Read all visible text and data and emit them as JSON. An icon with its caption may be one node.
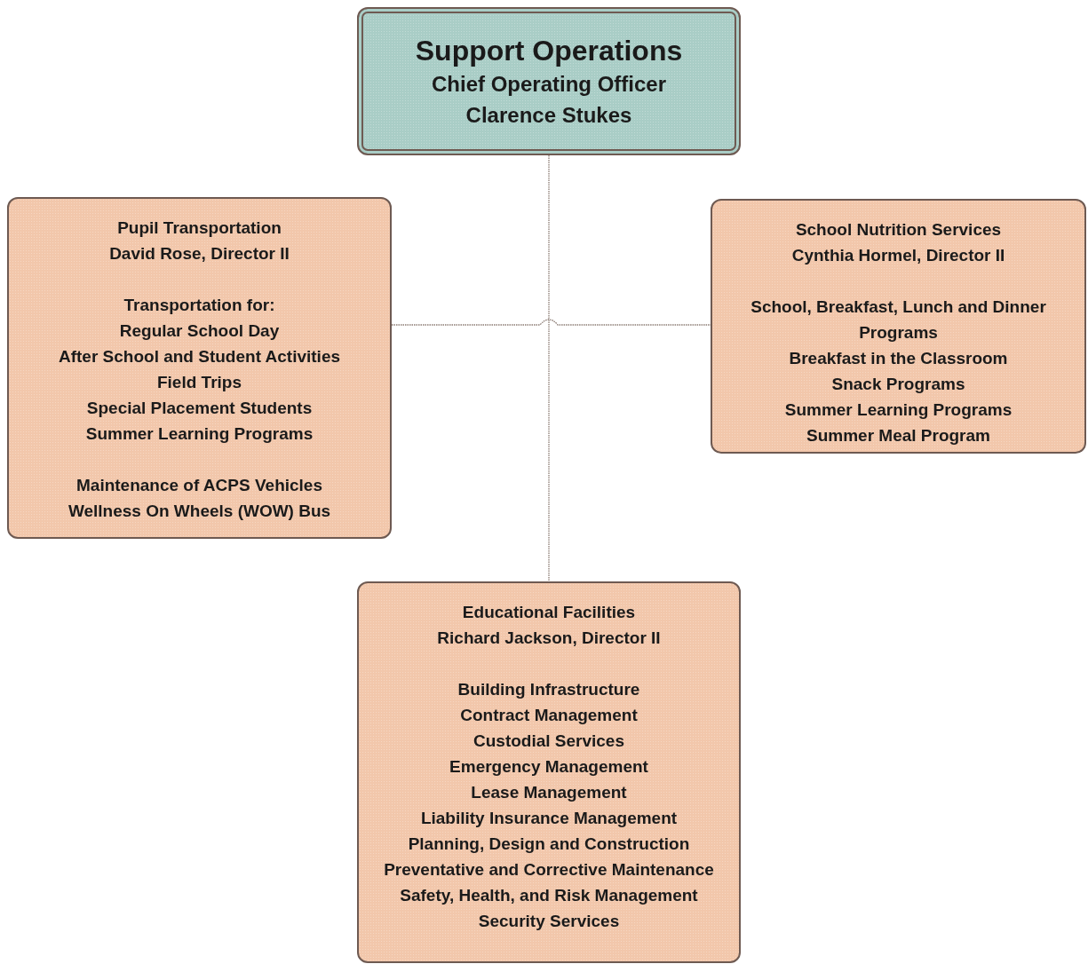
{
  "diagram": {
    "nodes": [
      {
        "text": [
          "Support Operations",
          "Chief Operating Officer",
          "Clarence Stukes"
        ]
      },
      {
        "text": [
          "Pupil Transportation",
          "David Rose, Director II",
          "Transportation for:",
          "Regular School Day",
          "After School and Student Activities",
          "Field Trips",
          "Special Placement Students",
          "Summer Learning Programs",
          "Maintenance of ACPS Vehicles",
          "Wellness On Wheels (WOW) Bus"
        ]
      },
      {
        "text": [
          "School Nutrition Services",
          "Cynthia Hormel, Director II",
          "School, Breakfast, Lunch and Dinner Programs",
          "Breakfast in the Classroom",
          "Snack Programs",
          "Summer Learning Programs",
          "Summer Meal Program"
        ]
      },
      {
        "text": [
          "Educational Facilities",
          "Richard Jackson, Director II",
          "Building Infrastructure",
          "Contract Management",
          "Custodial Services",
          "Emergency Management",
          "Lease Management",
          "Liability Insurance Management",
          "Planning, Design and Construction",
          "Preventative and Corrective Maintenance",
          "Safety, Health, and Risk Management",
          "Security Services"
        ]
      }
    ],
    "edges": [
      {
        "from": 0,
        "to": 3,
        "arrow": "none"
      },
      {
        "from": 1,
        "to": 2,
        "arrow": "none"
      }
    ]
  }
}
